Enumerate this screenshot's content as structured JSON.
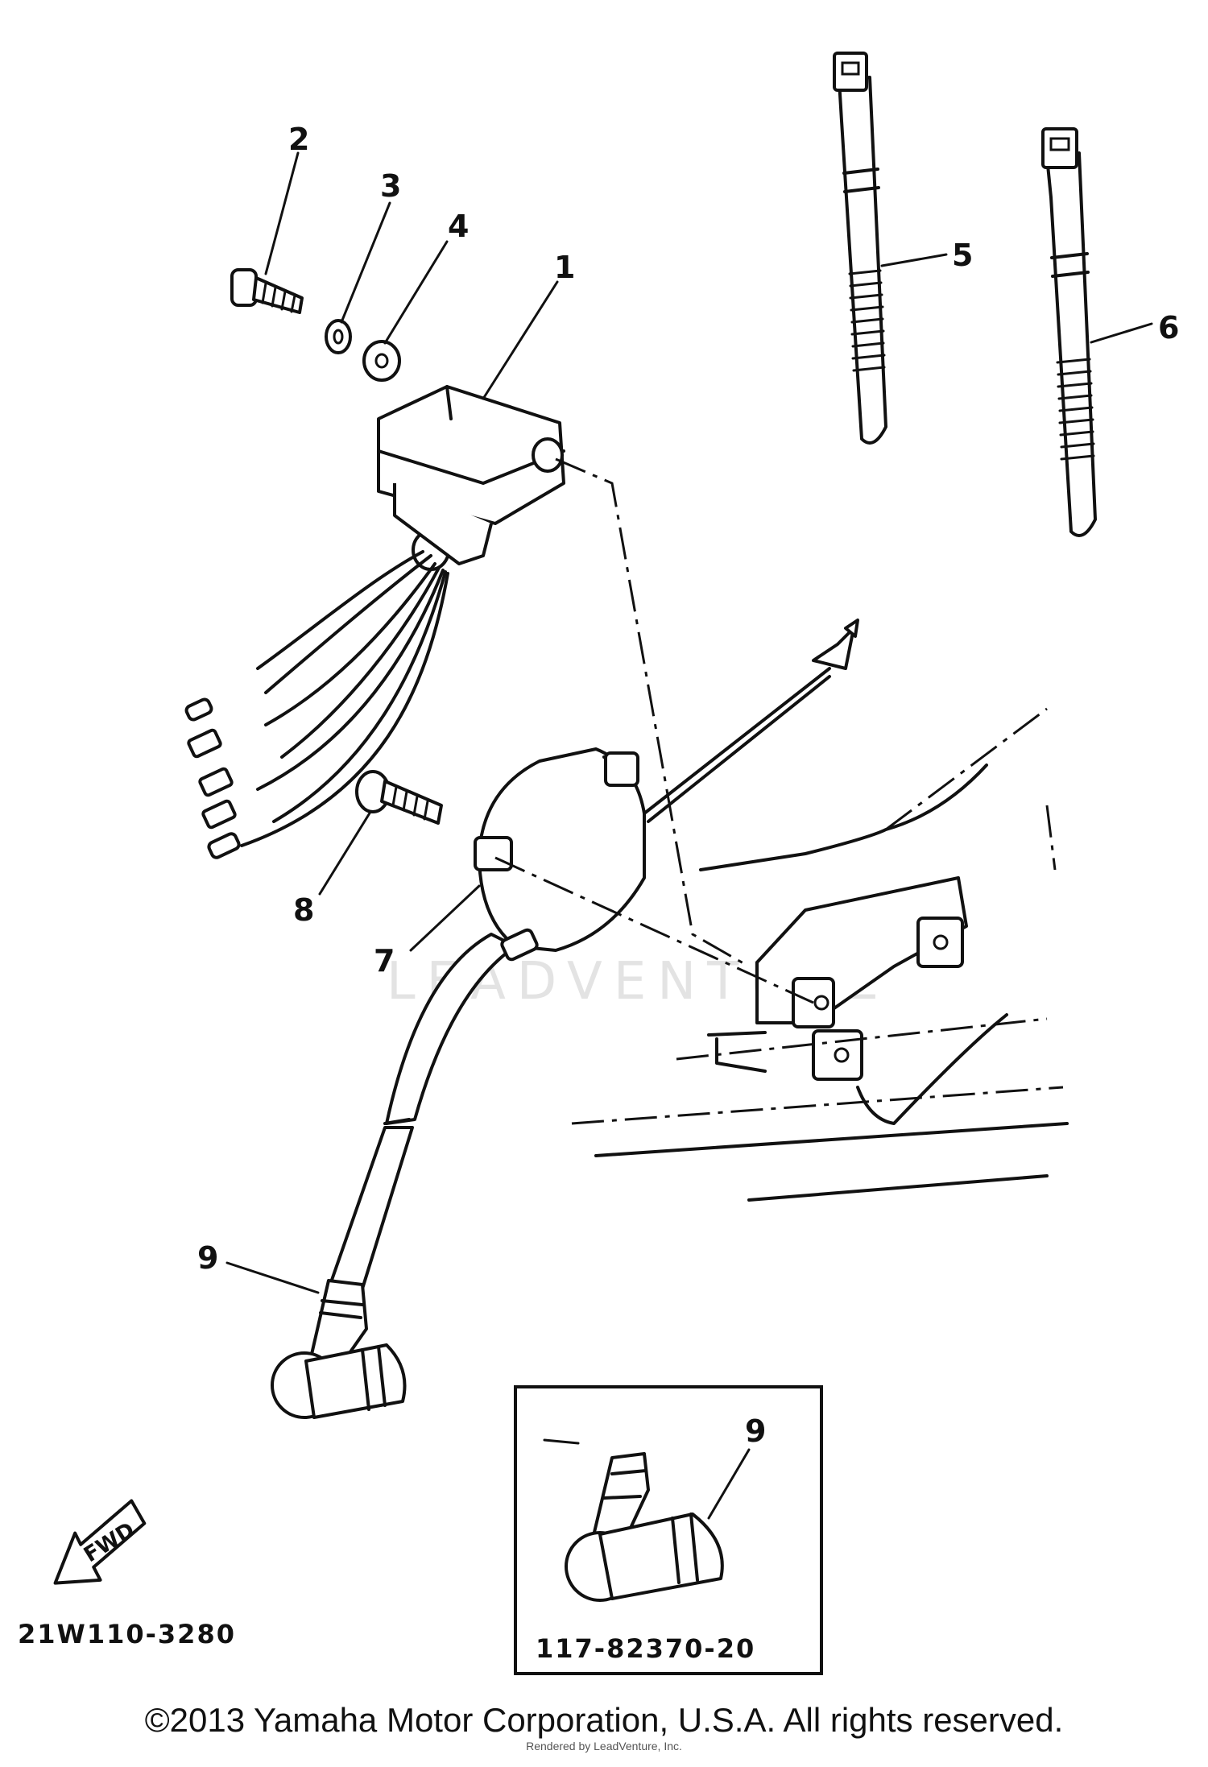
{
  "diagram": {
    "callouts": [
      "1",
      "2",
      "3",
      "4",
      "5",
      "6",
      "7",
      "8",
      "9"
    ],
    "inset_callout": "9",
    "diagram_code": "21W110-3280",
    "inset_part_number": "117-82370-20",
    "fwd_label": "FWD",
    "watermark": "LEADVENTURE",
    "copyright": "©2013 Yamaha Motor Corporation, U.S.A. All rights reserved.",
    "rendered_by": "Rendered by LeadVenture, Inc."
  }
}
